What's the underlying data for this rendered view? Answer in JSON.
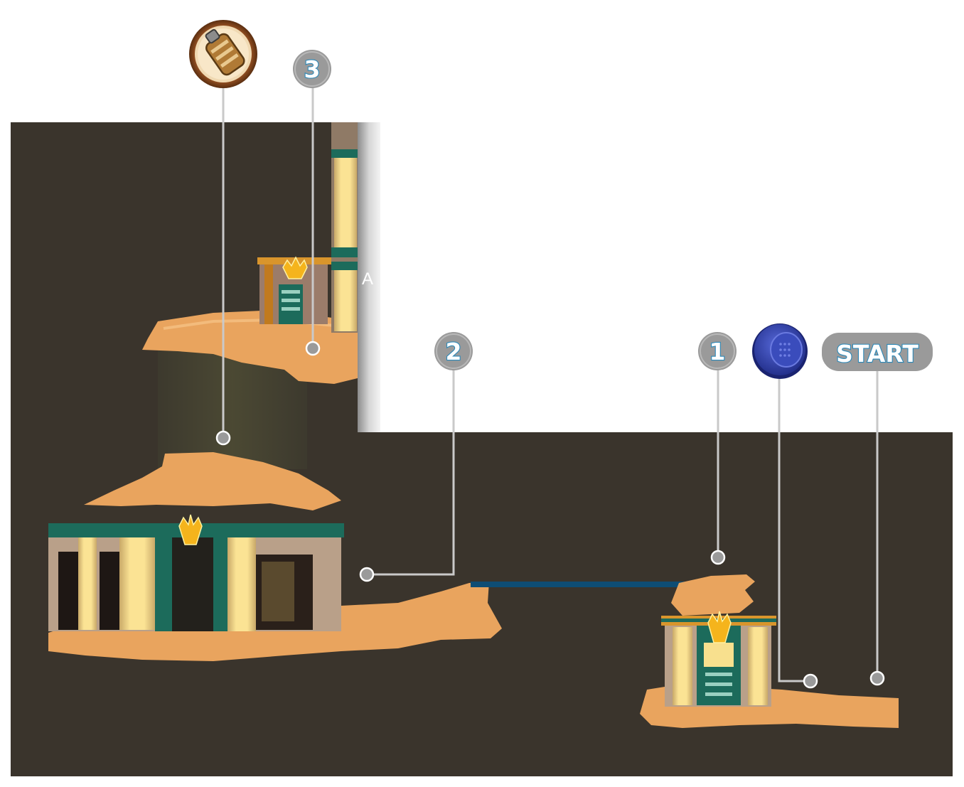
{
  "markers": {
    "start_label": "START",
    "step_1": "1",
    "step_2": "2",
    "step_3": "3"
  },
  "wall_label": "A",
  "items": {
    "top_icon": "lantern-bell-icon",
    "blue_icon": "blue-pressure-button-icon"
  },
  "colors": {
    "cave_background": "#3a342c",
    "ground_sand": "#e9a45e",
    "building_cream": "#f8e08e",
    "building_teal": "#1c6b5b",
    "bridge_blue": "#0e4d74",
    "wall_gray": "#b9b9b9",
    "marker_gray": "#9a9a9a",
    "marker_text_outline": "#2b88b8",
    "blue_button": "#2c3fa8",
    "gold_emblem": "#f5b41c",
    "shaft_olive": "#4a4832"
  }
}
